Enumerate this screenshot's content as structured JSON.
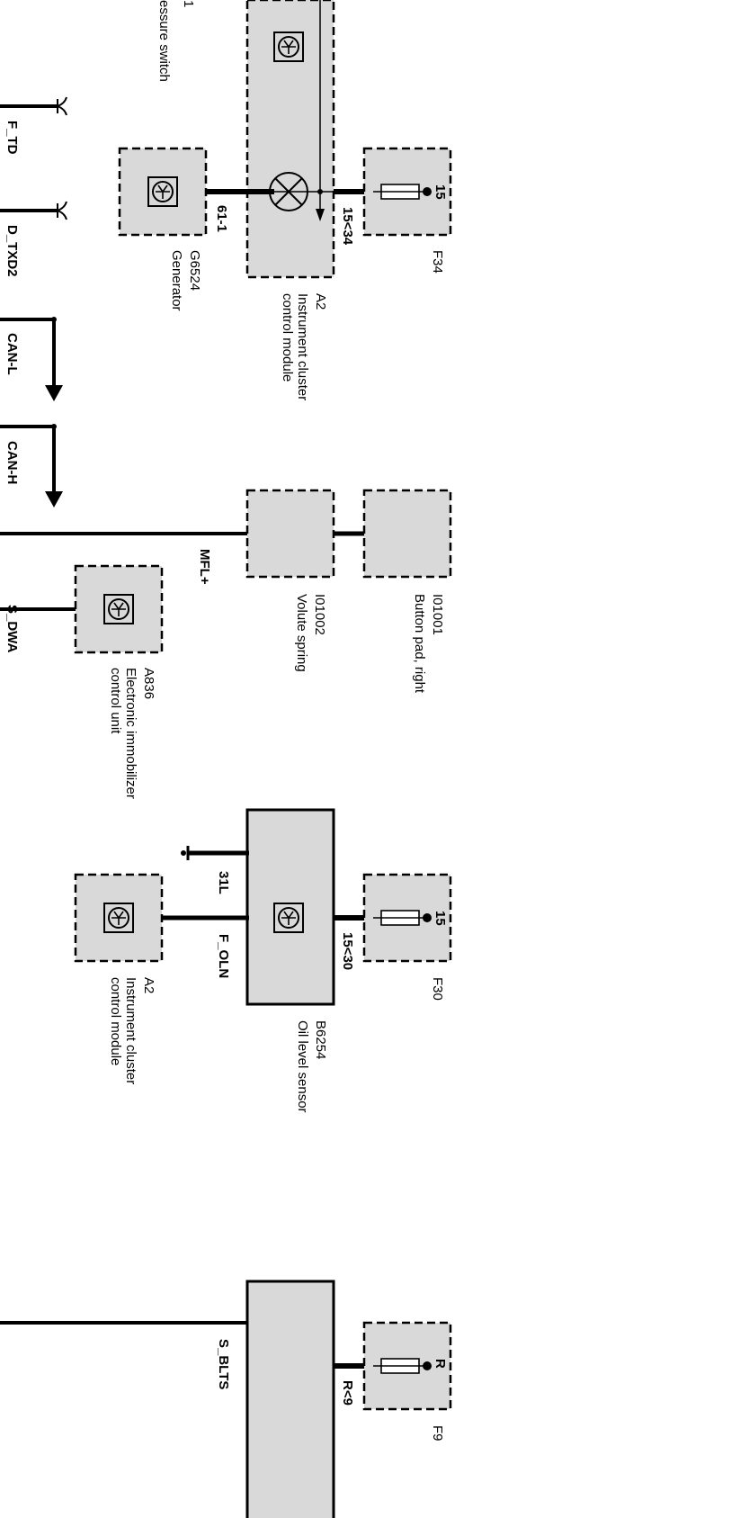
{
  "labels": {
    "pressure_switch_num": "1",
    "pressure_switch_name": "essure switch",
    "f_td": "F_TD",
    "d_txd2": "D_TXD2",
    "can_l": "CAN-L",
    "can_h": "CAN-H",
    "s_dwa": "S_DWA",
    "pin_61_1": "61-1",
    "pin_15_34": "15<34",
    "g6524_id": "G6524",
    "g6524_name": "Generator",
    "a2_top_id": "A2",
    "a2_top_name_1": "Instrument cluster",
    "a2_top_name_2": "control module",
    "f34_pin": "15",
    "f34_id": "F34",
    "mfl_plus": "MFL+",
    "i01002_id": "I01002",
    "i01002_name": "Volute spring",
    "i01001_id": "I01001",
    "i01001_name": "Button pad, right",
    "a836_id": "A836",
    "a836_name_1": "Electronic immobilizer",
    "a836_name_2": "control unit",
    "pin_31l": "31L",
    "f_oln": "F_OLN",
    "pin_15_30": "15<30",
    "f30_pin": "15",
    "f30_id": "F30",
    "b6254_id": "B6254",
    "b6254_name": "Oil level sensor",
    "a2_bot_id": "A2",
    "a2_bot_name_1": "Instrument cluster",
    "a2_bot_name_2": "control module",
    "s_blts": "S_BLTS",
    "pin_r_9": "R<9",
    "f9_pin": "R",
    "f9_id": "F9"
  }
}
